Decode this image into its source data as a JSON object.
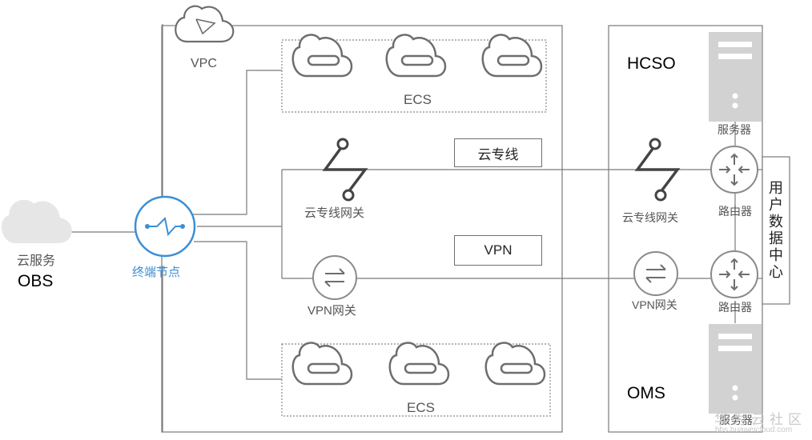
{
  "labels": {
    "vpc": "VPC",
    "ecs_top": "ECS",
    "ecs_bottom": "ECS",
    "dc_line_box": "云专线",
    "vpn_box": "VPN",
    "dc_gateway_left": "云专线网关",
    "vpn_gateway_left": "VPN网关",
    "endpoint_node": "终端节点",
    "cloud_service": "云服务",
    "obs": "OBS",
    "hcso": "HCSO",
    "oms": "OMS",
    "server_top": "服务器",
    "server_bottom": "服务器",
    "router_top": "路由器",
    "router_bottom": "路由器",
    "dc_gateway_right": "云专线网关",
    "vpn_gateway_right": "VPN网关",
    "user_dc_chars": [
      "用",
      "户",
      "数",
      "据",
      "中",
      "心"
    ]
  },
  "watermark": {
    "brand": "华为云社区",
    "url": "bbs.huaweicloud.com"
  },
  "colors": {
    "line": "#7a7a7a",
    "icon": "#6e6e6e",
    "endpoint_blue": "#3b8fd6",
    "server_gray": "#d2d2d2",
    "cloud_light": "#e6e6e6"
  }
}
